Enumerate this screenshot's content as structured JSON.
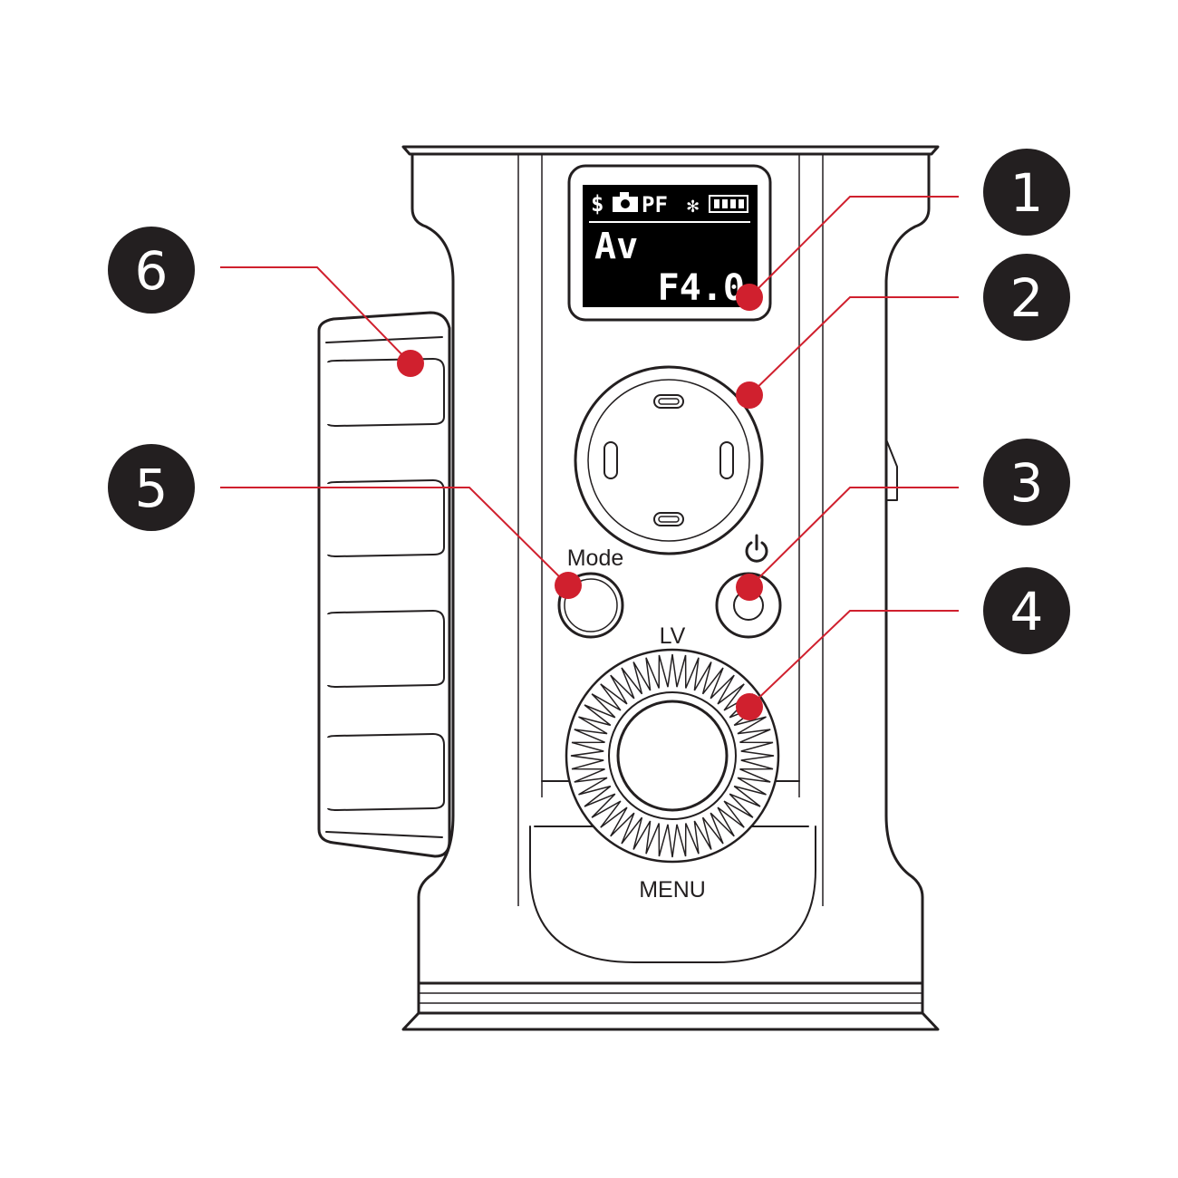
{
  "colors": {
    "outline": "#231f20",
    "callout": "#d0202e",
    "screen": "#000000"
  },
  "screen": {
    "status_icons": [
      "flash-icon",
      "camera-icon",
      "pf-icon",
      "bluetooth-icon",
      "battery-icon"
    ],
    "status_text": "PF",
    "mode": "Av",
    "value": "F4.0"
  },
  "buttons": {
    "mode_label": "Mode",
    "power_symbol": "power-icon",
    "lv_label": "LV",
    "menu_label": "MENU"
  },
  "callouts": [
    {
      "number": "1",
      "target": "display-screen"
    },
    {
      "number": "2",
      "target": "four-way-pad"
    },
    {
      "number": "3",
      "target": "power-button"
    },
    {
      "number": "4",
      "target": "control-dial"
    },
    {
      "number": "5",
      "target": "mode-button"
    },
    {
      "number": "6",
      "target": "side-knob"
    }
  ]
}
